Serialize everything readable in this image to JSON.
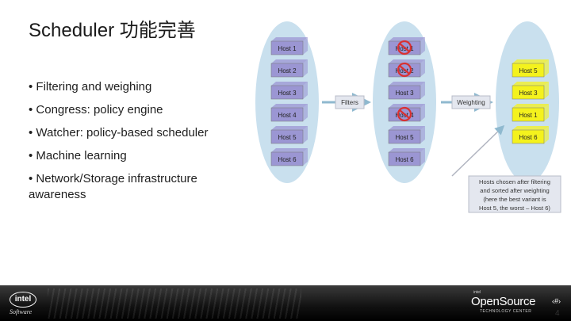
{
  "slide": {
    "title": "Scheduler 功能完善",
    "bullets": [
      "• Filtering and weighing",
      "• Congress: policy engine",
      "• Watcher: policy-based scheduler",
      "• Machine learning",
      "• Network/Storage infrastructure awareness"
    ],
    "page_number": "4",
    "page_mark": "‹#›"
  },
  "diagram": {
    "left_hosts": [
      "Host 1",
      "Host 2",
      "Host 3",
      "Host 4",
      "Host 5",
      "Host 6"
    ],
    "middle_hosts": [
      {
        "label": "Host 1",
        "rejected": true
      },
      {
        "label": "Host 2",
        "rejected": true
      },
      {
        "label": "Host 3",
        "rejected": false
      },
      {
        "label": "Host 4",
        "rejected": true
      },
      {
        "label": "Host 5",
        "rejected": false
      },
      {
        "label": "Host 6",
        "rejected": false
      }
    ],
    "right_hosts": [
      "Host 5",
      "Host 3",
      "Host 1",
      "Host 6"
    ],
    "filters_label": "Filters",
    "weighting_label": "Weighting",
    "note": [
      "Hosts chosen after filtering",
      "and sorted after weighting",
      "(here the best variant is",
      "Host 5, the worst – Host 6)"
    ],
    "colors": {
      "ellipse": "#c9e0ee",
      "host_box": "#9b96d3",
      "host_box_selected": "#f4f21d",
      "note_box": "#e4e7ef",
      "reject": "#d93030"
    }
  },
  "footer": {
    "intel_logo": "intel",
    "software": "Software",
    "os_small": "intel",
    "os_logo": "OpenSource",
    "os_sub": "TECHNOLOGY CENTER"
  }
}
